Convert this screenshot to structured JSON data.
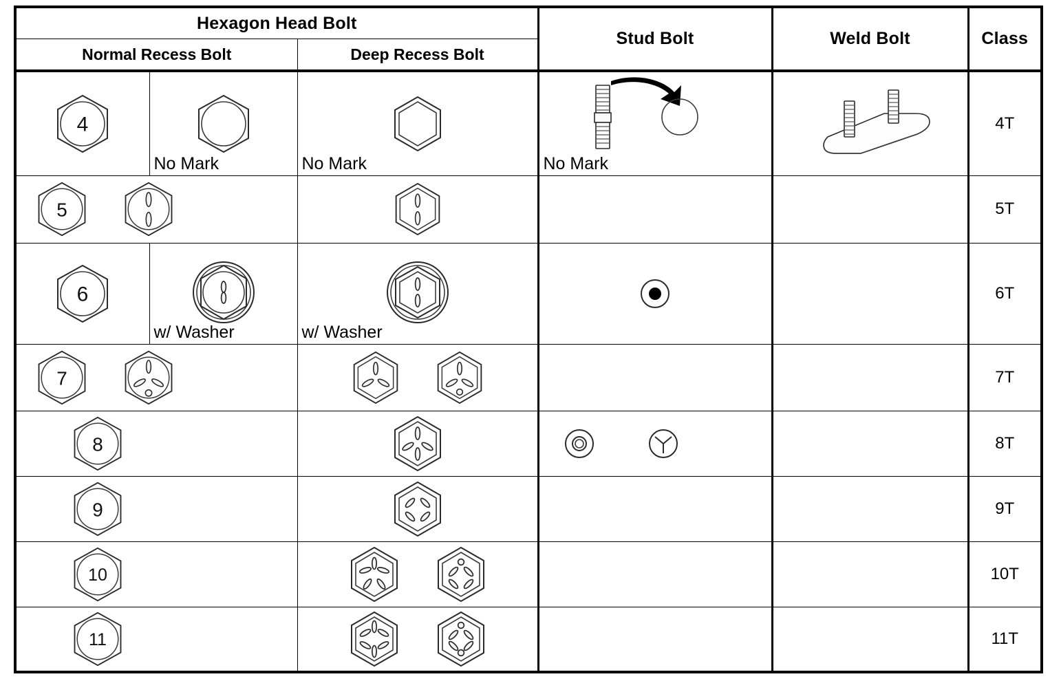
{
  "table": {
    "headers": {
      "hexagon_head_bolt": "Hexagon Head Bolt",
      "normal_recess_bolt": "Normal Recess Bolt",
      "deep_recess_bolt": "Deep Recess Bolt",
      "stud_bolt": "Stud Bolt",
      "weld_bolt": "Weld Bolt",
      "class": "Class"
    },
    "notes": {
      "no_mark": "No Mark",
      "w_washer": "w/ Washer"
    },
    "rows": [
      {
        "number": "4",
        "class": "4T",
        "normal_note": "No Mark",
        "deep_note": "No Mark",
        "stud_note": "No Mark",
        "normal_marks": [
          "plain"
        ],
        "deep_marks": [
          "plain"
        ],
        "stud_marks": [
          "stud-illustration"
        ],
        "weld_marks": [
          "weld-plate-illustration"
        ]
      },
      {
        "number": "5",
        "class": "5T",
        "normal_note": "",
        "deep_note": "",
        "stud_note": "",
        "normal_marks": [
          "two-dash"
        ],
        "deep_marks": [
          "two-dash"
        ],
        "stud_marks": [],
        "weld_marks": []
      },
      {
        "number": "6",
        "class": "6T",
        "normal_note": "w/ Washer",
        "deep_note": "w/ Washer",
        "stud_note": "",
        "normal_marks": [
          "two-dash-washer"
        ],
        "deep_marks": [
          "two-dash-washer"
        ],
        "stud_marks": [
          "circle-with-dot"
        ],
        "weld_marks": []
      },
      {
        "number": "7",
        "class": "7T",
        "normal_note": "",
        "deep_note": "",
        "stud_note": "",
        "normal_marks": [
          "three-spoke-circle"
        ],
        "deep_marks": [
          "three-spoke",
          "three-spoke-circle"
        ],
        "stud_marks": [],
        "weld_marks": []
      },
      {
        "number": "8",
        "class": "8T",
        "normal_note": "",
        "deep_note": "",
        "stud_note": "",
        "normal_marks": [
          "plain"
        ],
        "deep_marks": [
          "four-spoke-cross"
        ],
        "stud_marks": [
          "ring-circle",
          "y-mark-circle"
        ],
        "weld_marks": []
      },
      {
        "number": "9",
        "class": "9T",
        "normal_note": "",
        "deep_note": "",
        "stud_note": "",
        "normal_marks": [
          "plain"
        ],
        "deep_marks": [
          "four-spoke-diagonal"
        ],
        "stud_marks": [],
        "weld_marks": []
      },
      {
        "number": "10",
        "class": "10T",
        "normal_note": "",
        "deep_note": "",
        "stud_note": "",
        "normal_marks": [
          "plain"
        ],
        "deep_marks": [
          "five-spoke",
          "four-diagonal-one-circle"
        ],
        "stud_marks": [],
        "weld_marks": []
      },
      {
        "number": "11",
        "class": "11T",
        "normal_note": "",
        "deep_note": "",
        "stud_note": "",
        "normal_marks": [
          "six-spoke",
          "four-diagonal-two-circle"
        ],
        "deep_marks": [
          "six-spoke",
          "four-diagonal-two-circle"
        ],
        "stud_marks": [],
        "weld_marks": []
      }
    ]
  },
  "colors": {
    "border": "#000000",
    "line": "#2a2a2a",
    "background": "#ffffff"
  }
}
